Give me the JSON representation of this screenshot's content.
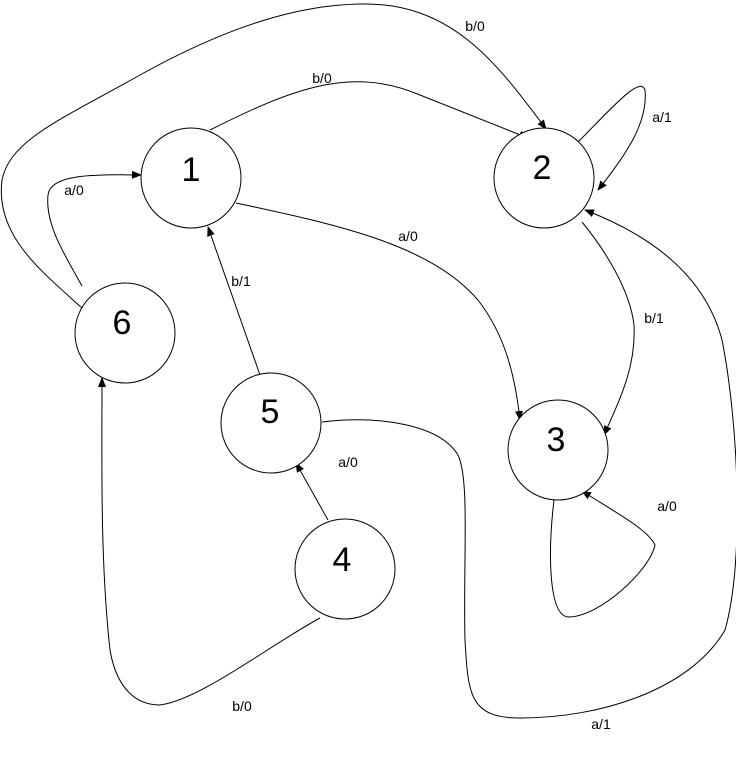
{
  "states": [
    {
      "id": "1",
      "label": "1"
    },
    {
      "id": "2",
      "label": "2"
    },
    {
      "id": "3",
      "label": "3"
    },
    {
      "id": "4",
      "label": "4"
    },
    {
      "id": "5",
      "label": "5"
    },
    {
      "id": "6",
      "label": "6"
    }
  ],
  "transitions": [
    {
      "from": "1",
      "to": "2",
      "label": "b/0"
    },
    {
      "from": "1",
      "to": "3",
      "label": "a/0"
    },
    {
      "from": "2",
      "to": "2",
      "label": "a/1"
    },
    {
      "from": "2",
      "to": "3",
      "label": "b/1"
    },
    {
      "from": "3",
      "to": "3",
      "label": "a/0"
    },
    {
      "from": "4",
      "to": "5",
      "label": "a/0"
    },
    {
      "from": "4",
      "to": "6",
      "label": "b/0"
    },
    {
      "from": "5",
      "to": "1",
      "label": "b/1"
    },
    {
      "from": "5",
      "to": "2",
      "label": "a/1"
    },
    {
      "from": "6",
      "to": "1",
      "label": "a/0"
    },
    {
      "from": "6",
      "to": "2",
      "label": "b/0"
    }
  ]
}
